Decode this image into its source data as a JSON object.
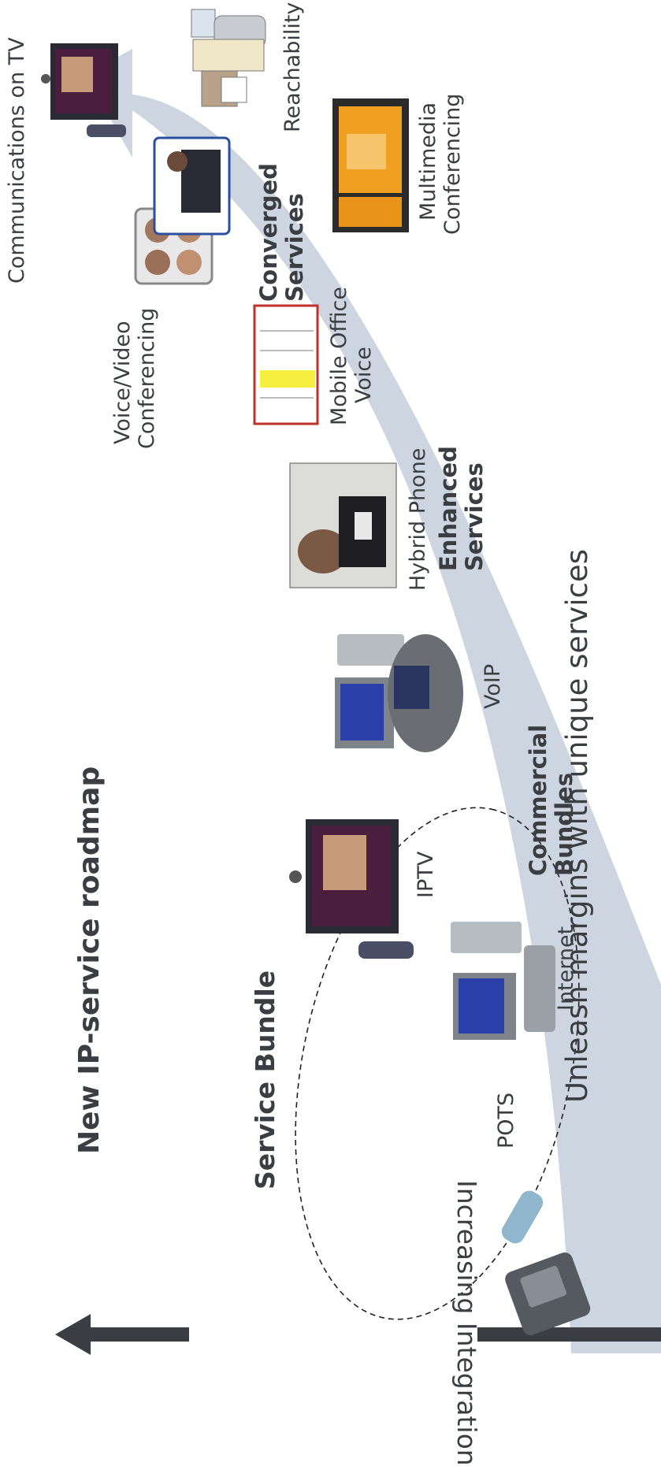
{
  "title": "New IP-service roadmap",
  "service_bundle": "Service Bundle",
  "axis_label": "Increasing Integration",
  "tagline": "Unleash margins with unique services",
  "groups": {
    "commercial_line1": "Commercial",
    "commercial_line2": "Bundles",
    "enhanced_line1": "Enhanced",
    "enhanced_line2": "Services",
    "converged_line1": "Converged",
    "converged_line2": "Services"
  },
  "items": {
    "pots": "POTS",
    "internet": "Internet",
    "iptv": "IPTV",
    "voip": "VoIP",
    "hybrid_phone": "Hybrid Phone",
    "mobile_office_line1": "Mobile Office",
    "mobile_office_line2": "Voice",
    "voice_video_line1": "Voice/Video",
    "voice_video_line2": "Conferencing",
    "multimedia_line1": "Multimedia",
    "multimedia_line2": "Conferencing",
    "reachability": "Reachability",
    "comm_on_tv": "Communications on TV"
  },
  "colors": {
    "arc": "#ccd5e0",
    "text": "#3a3d42",
    "arrow": "#3a3d42"
  }
}
